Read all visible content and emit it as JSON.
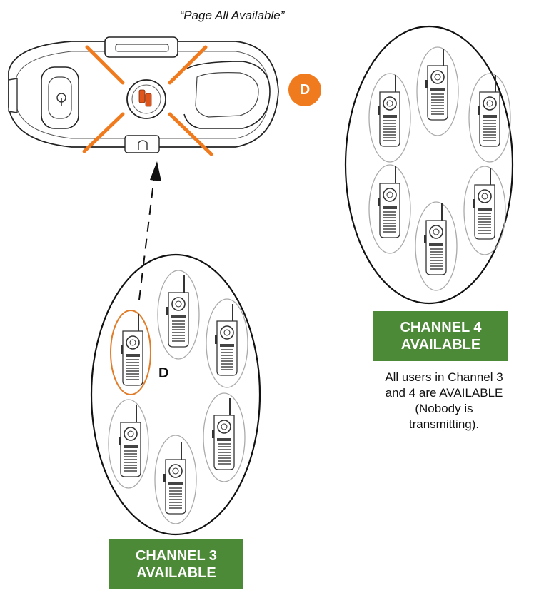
{
  "title": "“Page All Available”",
  "dispatcher_badge": "D",
  "selected_user_label": "D",
  "channel4": {
    "line1": "CHANNEL 4",
    "line2": "AVAILABLE"
  },
  "channel3": {
    "line1": "CHANNEL 3",
    "line2": "AVAILABLE"
  },
  "note": {
    "line1": "All users in Channel 3",
    "line2": "and 4 are AVAILABLE",
    "line3": "(Nobody is",
    "line4": "transmitting)."
  },
  "colors": {
    "accent_orange": "#f07b1f",
    "channel_green": "#4c8a37"
  },
  "icons": [
    "base-station-icon",
    "page-all-button-icon",
    "two-way-radio-icon",
    "dashed-arrow-icon"
  ]
}
